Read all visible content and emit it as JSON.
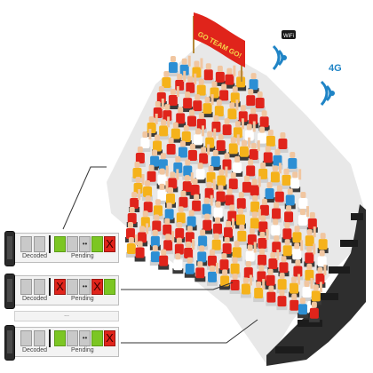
{
  "banner": {
    "text": "GO TEAM GO!"
  },
  "network": {
    "wifi_badge": "WiFi",
    "cell_label": "4G"
  },
  "colors": {
    "red": "#e0241b",
    "yellow": "#f5b21b",
    "blue": "#2d8fd4",
    "white": "#ffffff",
    "skin": "#f1c6a0",
    "seat_dark": "#3a3a3a",
    "decoded": "#c9c9c9",
    "pending_ok": "#7cc623",
    "pending_fail": "#e0241b"
  },
  "buffers": [
    {
      "decoded_label": "Decoded",
      "pending_label": "Pending",
      "decoded_cells": [
        "gray",
        "gray"
      ],
      "pending_cells": [
        {
          "state": "green",
          "text": ""
        },
        {
          "state": "gray",
          "text": ""
        },
        {
          "state": "gray",
          "text": "••"
        },
        {
          "state": "green",
          "text": ""
        },
        {
          "state": "red",
          "text": "X"
        }
      ]
    },
    {
      "decoded_label": "Decoded",
      "pending_label": "Pending",
      "decoded_cells": [
        "gray",
        "gray"
      ],
      "pending_cells": [
        {
          "state": "red",
          "text": "X"
        },
        {
          "state": "gray",
          "text": ""
        },
        {
          "state": "gray",
          "text": "••"
        },
        {
          "state": "red",
          "text": "X"
        },
        {
          "state": "green",
          "text": ""
        }
      ]
    },
    {
      "decoded_label": "Decoded",
      "pending_label": "Pending",
      "decoded_cells": [
        "gray",
        "gray"
      ],
      "pending_cells": [
        {
          "state": "green",
          "text": ""
        },
        {
          "state": "gray",
          "text": ""
        },
        {
          "state": "gray",
          "text": "••"
        },
        {
          "state": "green",
          "text": ""
        },
        {
          "state": "red",
          "text": "X"
        }
      ]
    }
  ],
  "ellipsis": "..."
}
